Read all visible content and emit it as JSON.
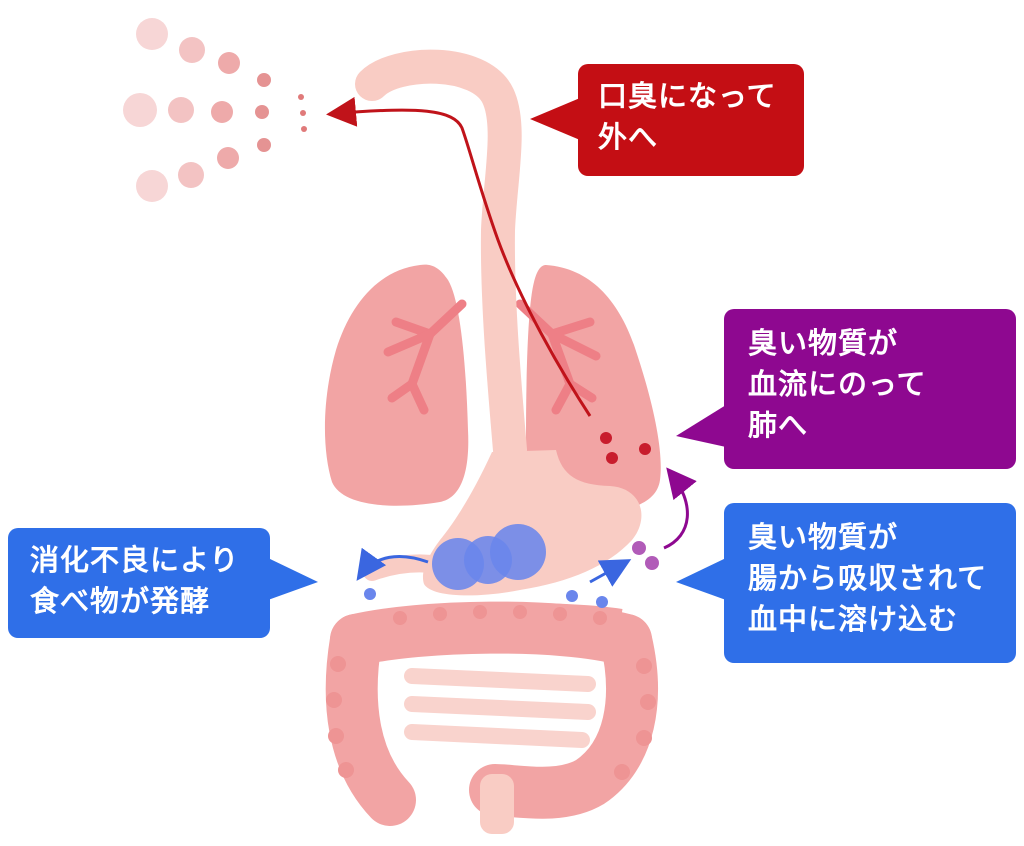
{
  "colors": {
    "callout_red": "#c40e14",
    "callout_purple": "#8e0890",
    "callout_blue": "#2f6fe8",
    "organ_pink": "#f2a4a4",
    "esophagus_pink": "#f9ccc4",
    "breath_line": "#c0131a",
    "gas_bubble_blue": "#6a86ec",
    "substance_purple": "#b15bb8"
  },
  "callouts": {
    "bad_breath": {
      "lines": [
        "口臭になって",
        "外へ"
      ]
    },
    "to_lungs": {
      "lines": [
        "臭い物質が",
        "血流にのって",
        "肺へ"
      ]
    },
    "absorbed": {
      "lines": [
        "臭い物質が",
        "腸から吸収されて",
        "血中に溶け込む"
      ]
    },
    "fermentation": {
      "lines": [
        "消化不良により",
        "食べ物が発酵"
      ]
    }
  }
}
